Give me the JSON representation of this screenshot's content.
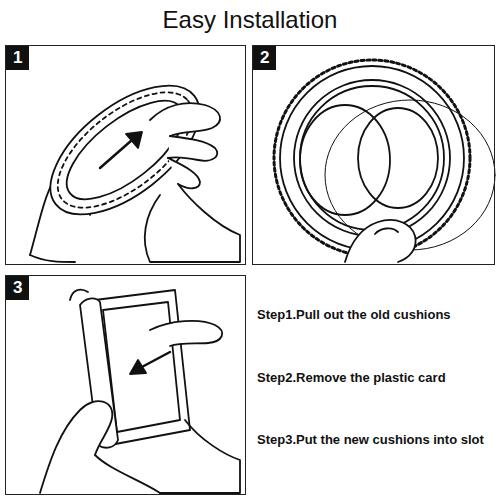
{
  "diagram": {
    "title": "Easy Installation",
    "nodes": [
      {
        "text": [
          "1"
        ]
      },
      {
        "text": [
          "2"
        ]
      },
      {
        "text": [
          "3"
        ]
      }
    ],
    "labels": [
      "Step1.Pull out the old cushions",
      "Step2.Remove the plastic card",
      "Step3.Put the new cushions into slot"
    ]
  }
}
